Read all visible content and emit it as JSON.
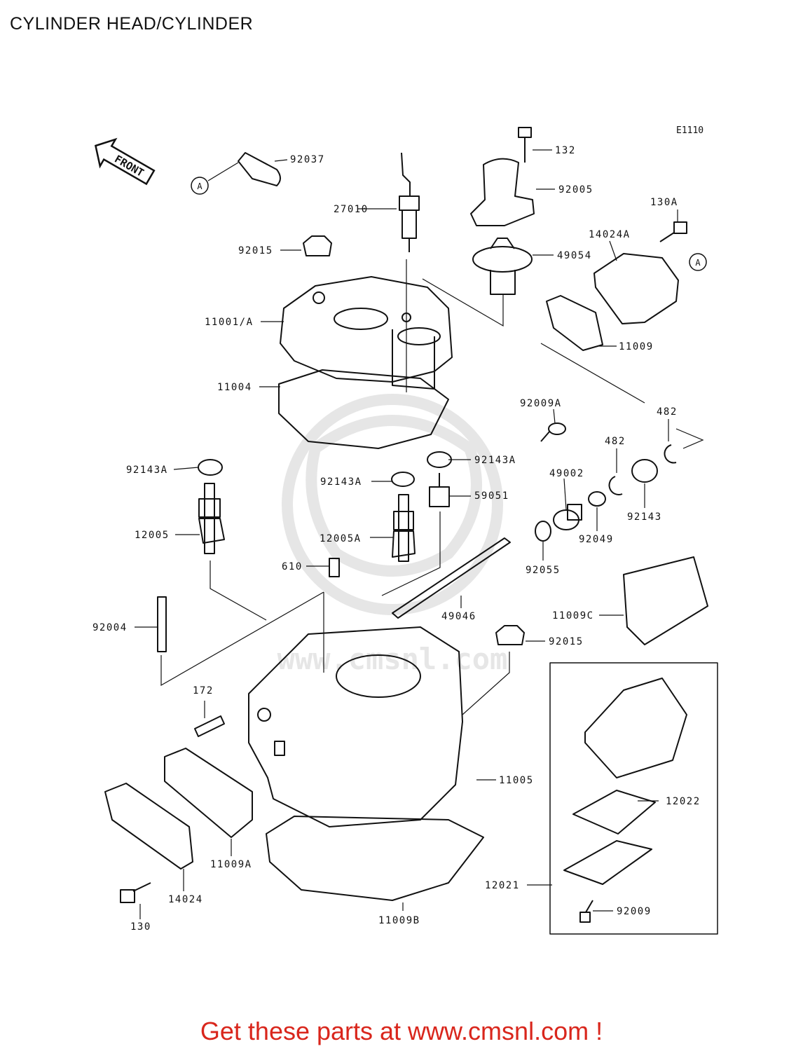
{
  "page_title": "CYLINDER HEAD/CYLINDER",
  "footer_text": "Get these parts at www.cmsnl.com !",
  "diagram_code": "E1110",
  "front_label": "FRONT",
  "ref_marker": "A",
  "watermark": "www.cmsnl.com",
  "parts": [
    {
      "label": "92037"
    },
    {
      "label": "132"
    },
    {
      "label": "92005"
    },
    {
      "label": "130A"
    },
    {
      "label": "27010"
    },
    {
      "label": "14024A"
    },
    {
      "label": "92015"
    },
    {
      "label": "49054"
    },
    {
      "label": "11001/A"
    },
    {
      "label": "11009"
    },
    {
      "label": "11004"
    },
    {
      "label": "92009A"
    },
    {
      "label": "482"
    },
    {
      "label": "482"
    },
    {
      "label": "92143A"
    },
    {
      "label": "92143A"
    },
    {
      "label": "92143A"
    },
    {
      "label": "59051"
    },
    {
      "label": "49002"
    },
    {
      "label": "12005"
    },
    {
      "label": "12005A"
    },
    {
      "label": "92143"
    },
    {
      "label": "92049"
    },
    {
      "label": "610"
    },
    {
      "label": "92055"
    },
    {
      "label": "92004"
    },
    {
      "label": "49046"
    },
    {
      "label": "11009C"
    },
    {
      "label": "92015"
    },
    {
      "label": "172"
    },
    {
      "label": "11005"
    },
    {
      "label": "12022"
    },
    {
      "label": "11009A"
    },
    {
      "label": "12021"
    },
    {
      "label": "14024"
    },
    {
      "label": "11009B"
    },
    {
      "label": "92009"
    },
    {
      "label": "130"
    }
  ],
  "colors": {
    "ink": "#111111",
    "footer": "#d9261c",
    "watermark": "#e6e6e6"
  }
}
